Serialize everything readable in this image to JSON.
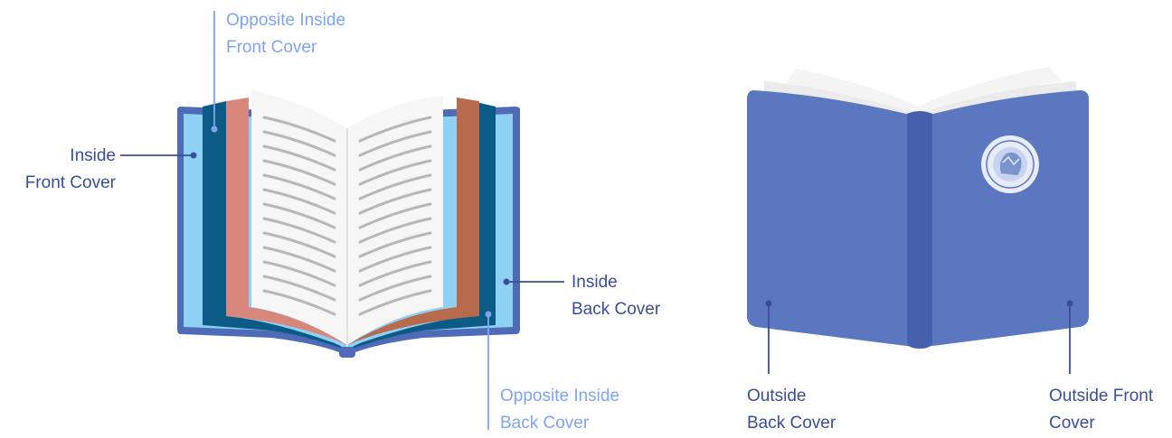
{
  "colors": {
    "label_dark": "#3a4e96",
    "label_light": "#7ea5ee",
    "cover_blue": "#5a77c0",
    "spine_blue": "#4560ad",
    "inside_cover": "#8ed1f5",
    "cover_outline": "#4f6bb8",
    "dark_teal": "#0c5a86",
    "salmon_page": "#d8877a",
    "brown_page": "#b86a4d",
    "page_white": "#f6f6f6",
    "text_line": "#b8b8b8"
  },
  "open_book": {
    "labels": {
      "opposite_inside_front": [
        "Opposite Inside",
        "Front Cover"
      ],
      "inside_front": [
        "Inside",
        "Front Cover"
      ],
      "inside_back": [
        "Inside",
        "Back Cover"
      ],
      "opposite_inside_back": [
        "Opposite Inside",
        "Back Cover"
      ]
    }
  },
  "closed_book": {
    "labels": {
      "outside_back": [
        "Outside",
        "Back Cover"
      ],
      "outside_front": [
        "Outside Front",
        "Cover"
      ]
    },
    "emblem_icon": "seal-emblem-icon"
  }
}
